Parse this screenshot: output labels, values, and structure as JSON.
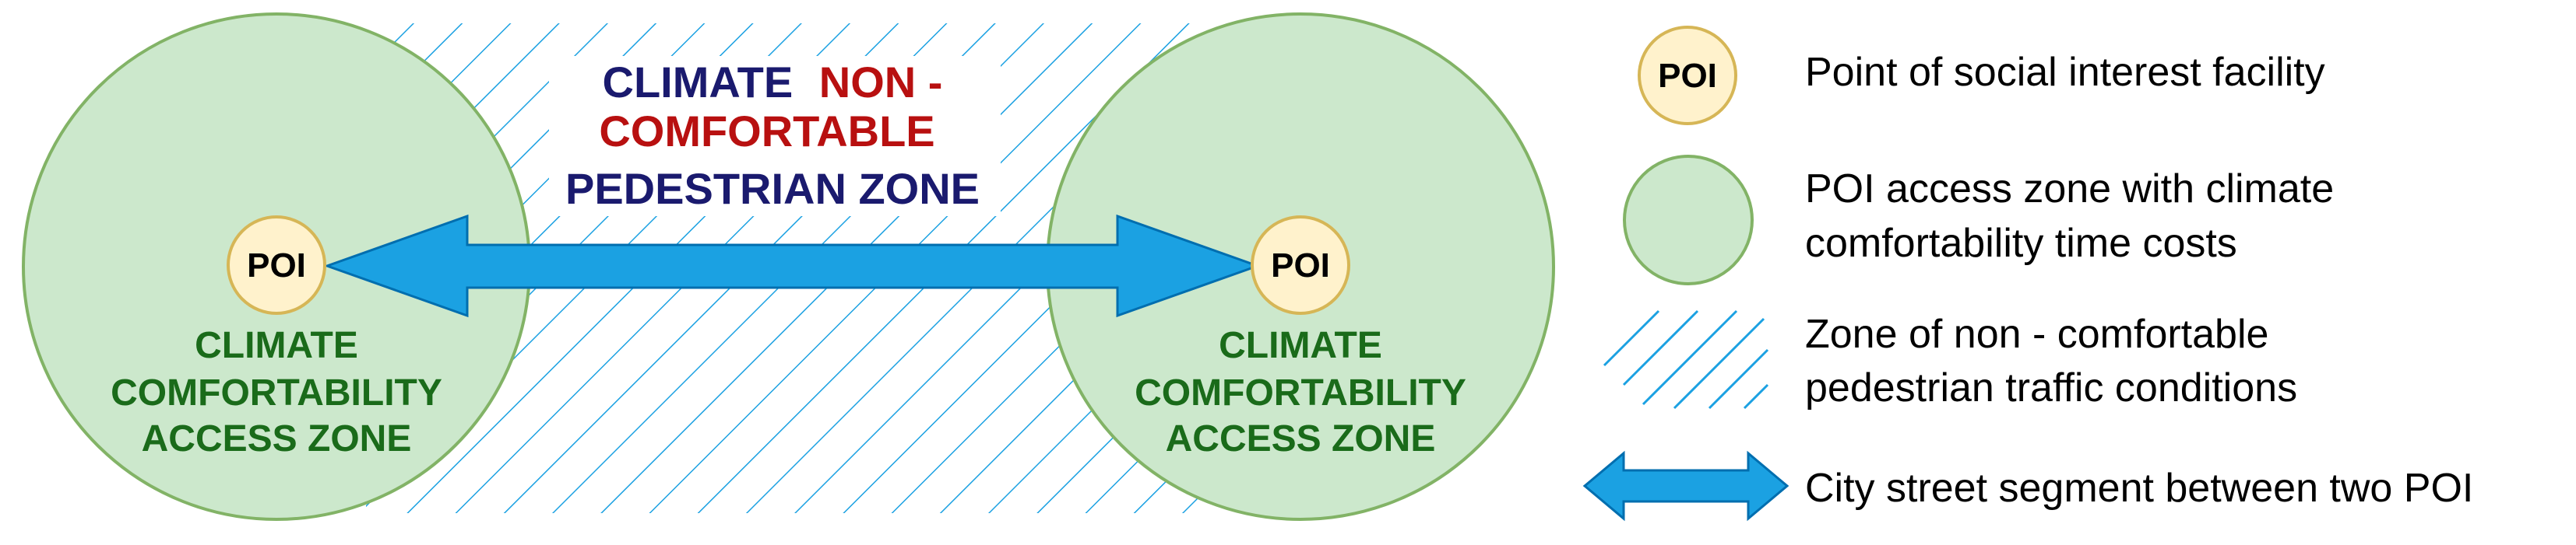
{
  "poi_label": "POI",
  "zone_label_lines": [
    "CLIMATE",
    "COMFORTABILITY",
    "ACCESS ZONE"
  ],
  "title": {
    "line1_a": "CLIMATE",
    "line1_b": "NON -",
    "line2": "COMFORTABLE",
    "line3": "PEDESTRIAN  ZONE"
  },
  "legend": {
    "poi": "Point of social interest facility",
    "zone_line1": "POI access zone with  climate",
    "zone_line2": "comfortability time costs",
    "hatch_line1": "Zone  of non -  comfortable",
    "hatch_line2": "pedestrian  traffic conditions",
    "arrow": "City street  segment between two POI"
  },
  "colors": {
    "zone_fill": "#cce8cc",
    "zone_stroke": "#82b366",
    "poi_fill": "#fff2cc",
    "poi_stroke": "#d6b656",
    "arrow_fill": "#1ba1e2",
    "arrow_stroke": "#006eaf",
    "hatch": "#1ba1e2",
    "title_blue": "#1a1a6e",
    "title_red": "#b81010",
    "zone_text": "#1a6b1a"
  }
}
